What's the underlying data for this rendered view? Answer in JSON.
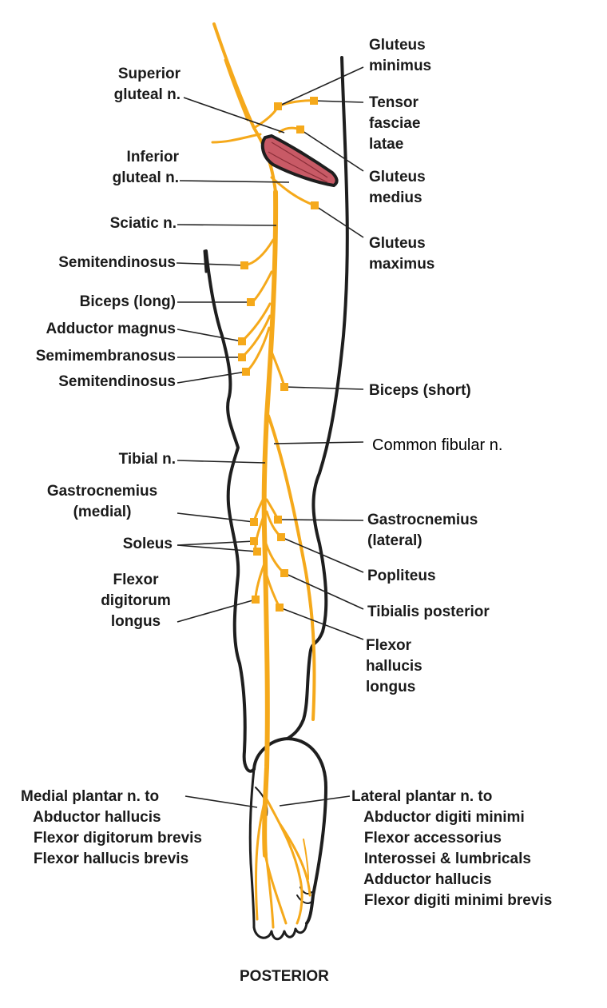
{
  "colors": {
    "nerve": "#F5A91B",
    "outline": "#1e1e1e",
    "muscle": "#C85A66",
    "leader": "#222222"
  },
  "labels": {
    "superior_gluteal": "Superior\ngluteal n.",
    "inferior_gluteal": "Inferior\ngluteal n.",
    "sciatic": "Sciatic n.",
    "semitendinosus_1": "Semitendinosus",
    "biceps_long": "Biceps (long)",
    "adductor_magnus": "Adductor magnus",
    "semimembranosus": "Semimembranosus",
    "semitendinosus_2": "Semitendinosus",
    "tibial": "Tibial n.",
    "gastrocnemius_medial": "Gastrocnemius\n(medial)",
    "soleus": "Soleus",
    "flexor_digitorum_longus": "Flexor\ndigitorum\nlongus",
    "medial_plantar": "Medial plantar n. to\n   Abductor hallucis\n   Flexor digitorum brevis\n   Flexor hallucis brevis",
    "gluteus_minimus": "Gluteus\nminimus",
    "tensor_fasciae_latae": "Tensor\nfasciae\nlatae",
    "gluteus_medius": "Gluteus\nmedius",
    "gluteus_maximus": "Gluteus\nmaximus",
    "biceps_short": "Biceps (short)",
    "common_fibular": "Common fibular n.",
    "gastrocnemius_lateral": "Gastrocnemius\n(lateral)",
    "popliteus": "Popliteus",
    "tibialis_posterior": "Tibialis posterior",
    "flexor_hallucis_longus": "Flexor\nhallucis\nlongus",
    "lateral_plantar": "Lateral plantar n. to\n   Abductor digiti minimi\n   Flexor accessorius\n   Interossei & lumbricals\n   Adductor hallucis\n   Flexor digiti minimi brevis"
  },
  "caption": "POSTERIOR"
}
